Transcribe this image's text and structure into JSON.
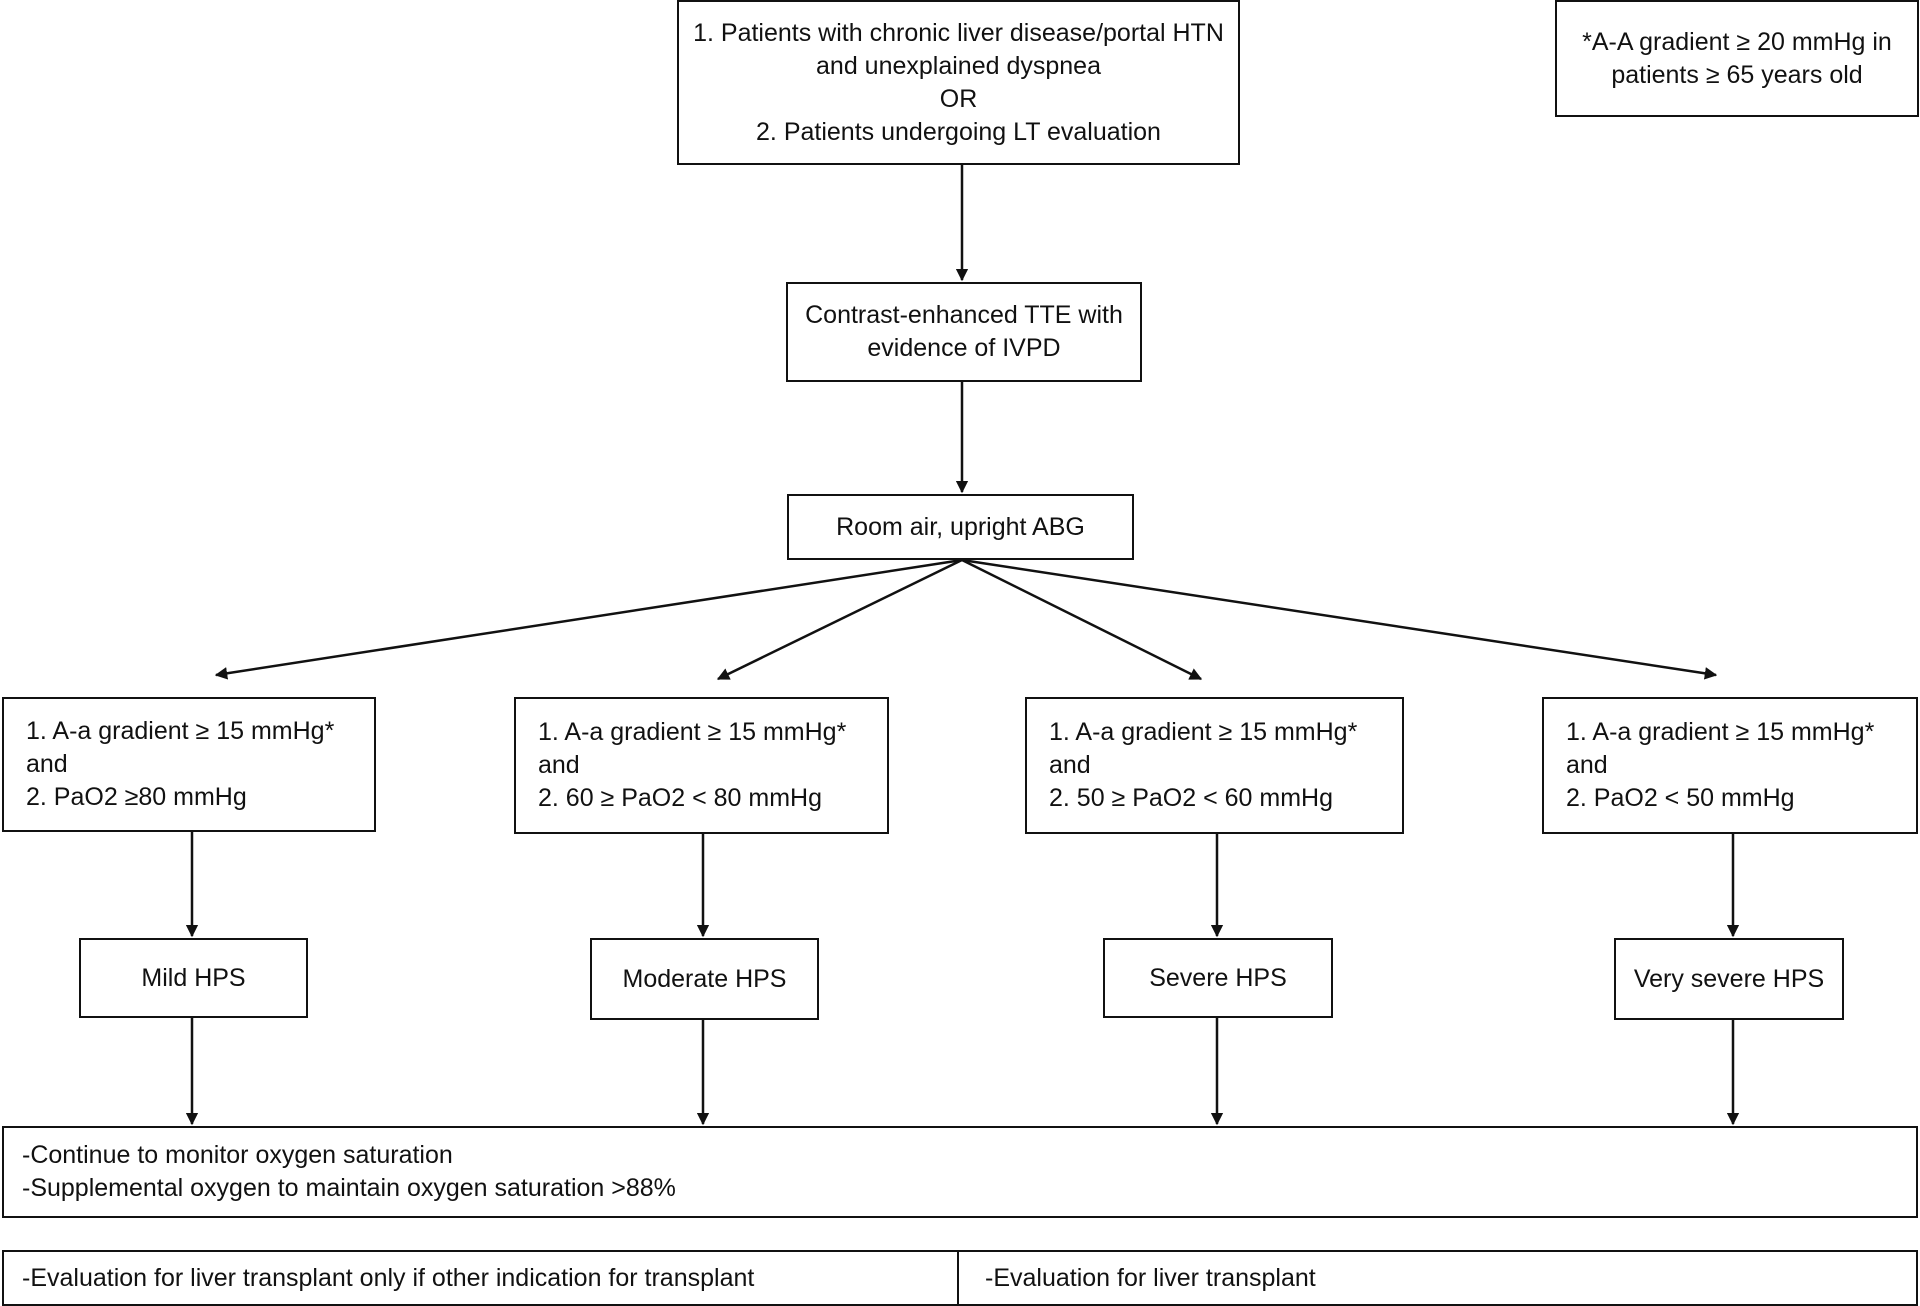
{
  "start": {
    "line1": "1. Patients with chronic liver disease/portal HTN",
    "line2": "and unexplained dyspnea",
    "line3": "OR",
    "line4": "2. Patients undergoing LT evaluation"
  },
  "note": {
    "line1": "*A-A gradient ≥ 20 mmHg in",
    "line2": "patients ≥ 65 years old"
  },
  "tte": {
    "line1": "Contrast-enhanced TTE with",
    "line2": "evidence of IVPD"
  },
  "abg": {
    "label": "Room air, upright ABG"
  },
  "criteria": [
    {
      "line1": "1. A-a gradient ≥ 15 mmHg*",
      "line2": "and",
      "line3": "2. PaO2 ≥80 mmHg"
    },
    {
      "line1": "1. A-a gradient ≥ 15 mmHg*",
      "line2": "and",
      "line3": "2. 60 ≥ PaO2 < 80 mmHg"
    },
    {
      "line1": "1. A-a gradient ≥ 15 mmHg*",
      "line2": "and",
      "line3": "2. 50 ≥ PaO2 < 60 mmHg"
    },
    {
      "line1": "1. A-a gradient ≥ 15 mmHg*",
      "line2": "and",
      "line3": "2. PaO2 < 50 mmHg"
    }
  ],
  "severity": [
    "Mild HPS",
    "Moderate HPS",
    "Severe HPS",
    "Very severe HPS"
  ],
  "management": {
    "line1": "-Continue to monitor oxygen saturation",
    "line2": "-Supplemental oxygen to maintain oxygen saturation >88%"
  },
  "transplant": {
    "left": "-Evaluation for liver transplant only if other indication for transplant",
    "right": "-Evaluation for liver transplant"
  }
}
